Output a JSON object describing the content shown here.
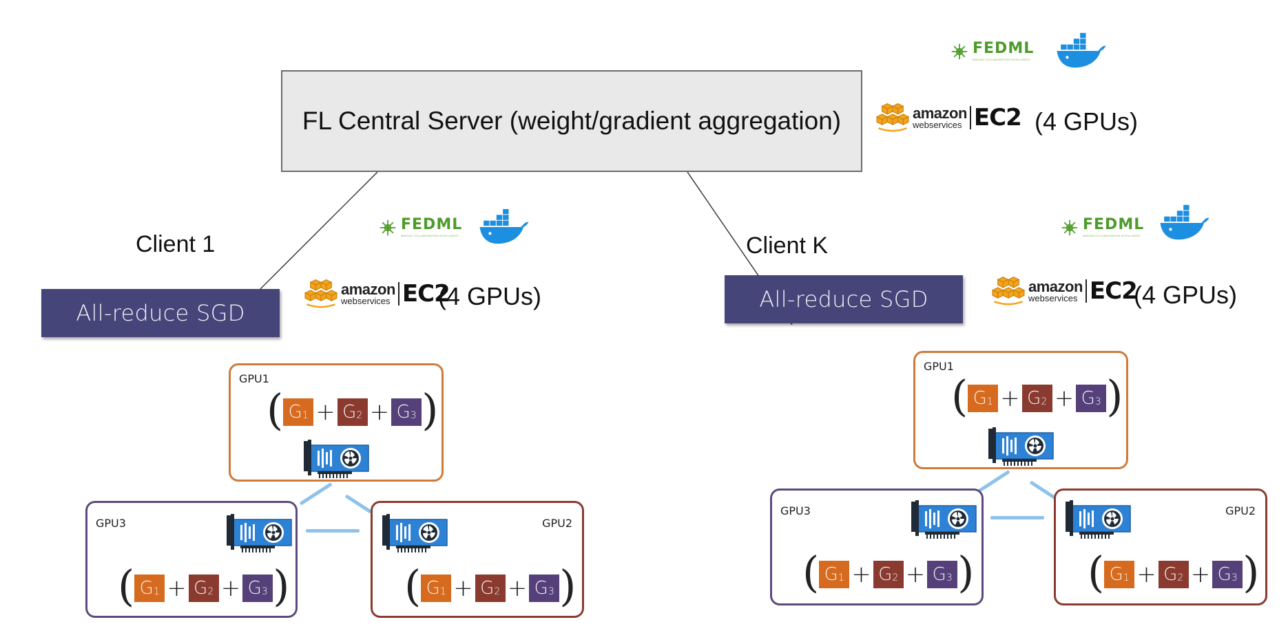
{
  "server": {
    "label": "FL Central Server (weight/gradient aggregation)"
  },
  "server_resources": {
    "ec2_gpus": "(4 GPUs)"
  },
  "logos": {
    "fedml_word": "FEDML",
    "fedml_tagline": "MAKING COLLABORATION INTELLIGENT",
    "aws_amazon": "amazon",
    "aws_webservices": "webservices",
    "aws_ec2": "EC2"
  },
  "colors": {
    "server_fill": "#e9e9e9",
    "sgd_fill": "#45457a",
    "gpu1_border": "#d07a3a",
    "gpu2_border": "#8b3a2f",
    "gpu3_border": "#5c4a7e",
    "g1": "#d66a1e",
    "g2": "#8a3a2e",
    "g3": "#55407a",
    "link": "#8ec2ea"
  },
  "clients": [
    {
      "label": "Client 1",
      "sgd": "All-reduce SGD",
      "ec2_gpus": "(4 GPUs)",
      "gpus": {
        "gpu1": "GPU1",
        "gpu2": "GPU2",
        "gpu3": "GPU3"
      }
    },
    {
      "label": "Client K",
      "sgd": "All-reduce SGD",
      "ec2_gpus": "(4 GPUs)",
      "gpus": {
        "gpu1": "GPU1",
        "gpu2": "GPU2",
        "gpu3": "GPU3"
      }
    }
  ],
  "formula": {
    "g": "G",
    "sub1": "1",
    "sub2": "2",
    "sub3": "3",
    "plus": "+"
  },
  "icons": [
    "fedml-logo-icon",
    "docker-whale-icon",
    "aws-cubes-icon",
    "gpu-card-icon"
  ]
}
